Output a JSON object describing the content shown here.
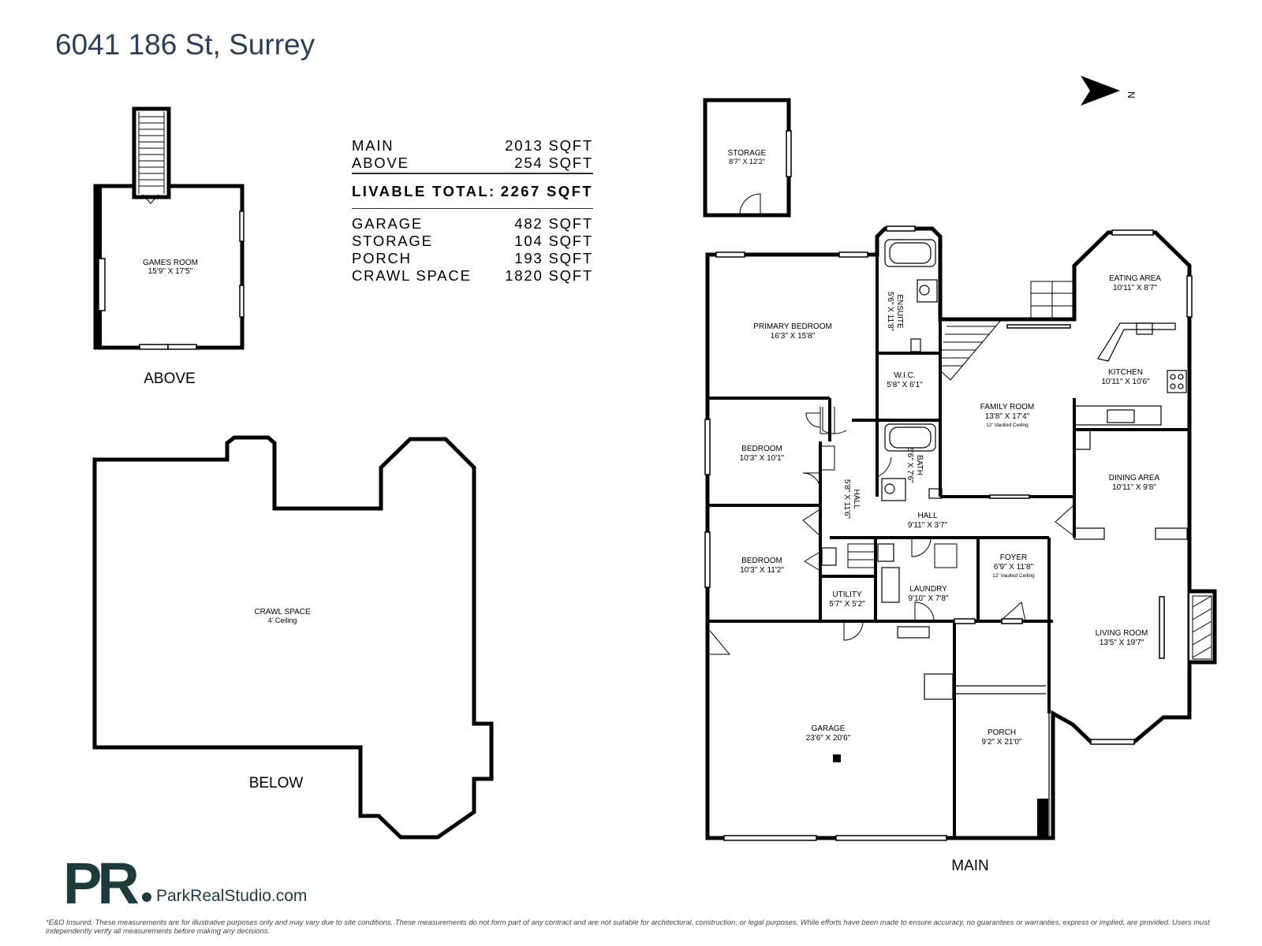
{
  "title": "6041 186 St, Surrey",
  "levels": {
    "above": "ABOVE",
    "below": "BELOW",
    "main": "MAIN"
  },
  "area_table": {
    "rows_top": [
      {
        "label": "MAIN",
        "value": "2013 SQFT"
      },
      {
        "label": "ABOVE",
        "value": "254 SQFT"
      }
    ],
    "total": {
      "label": "LIVABLE TOTAL:",
      "value": "2267 SQFT"
    },
    "rows_bottom": [
      {
        "label": "GARAGE",
        "value": "482 SQFT"
      },
      {
        "label": "STORAGE",
        "value": "104 SQFT"
      },
      {
        "label": "PORCH",
        "value": "193 SQFT"
      },
      {
        "label": "CRAWL SPACE",
        "value": "1820 SQFT"
      }
    ]
  },
  "rooms": {
    "games_room": {
      "name": "GAMES ROOM",
      "dim": "15'9\" X 17'5\""
    },
    "crawl_space": {
      "name": "CRAWL SPACE",
      "dim": "4' Ceiling"
    },
    "storage": {
      "name": "STORAGE",
      "dim": "8'7\" X 12'2\""
    },
    "primary_bedroom": {
      "name": "PRIMARY BEDROOM",
      "dim": "16'3\" X 15'8\""
    },
    "ensuite": {
      "name": "ENSUITE",
      "dim": "5'6\" X 11'8\""
    },
    "wic": {
      "name": "W.I.C.",
      "dim": "5'8\" X 6'1\""
    },
    "bedroom_1": {
      "name": "BEDROOM",
      "dim": "10'3\" X 10'1\""
    },
    "bath": {
      "name": "BATH",
      "dim": "5'6\" X 7'6\""
    },
    "hall_vertical": {
      "name": "HALL",
      "dim": "5'8\" X 11'6\""
    },
    "bedroom_2": {
      "name": "BEDROOM",
      "dim": "10'3\" X 11'2\""
    },
    "utility": {
      "name": "UTILITY",
      "dim": "5'7\" X 5'2\""
    },
    "laundry": {
      "name": "LAUNDRY",
      "dim": "9'10\" X 7'8\""
    },
    "hall": {
      "name": "HALL",
      "dim": "9'11\" X 3'7\""
    },
    "foyer": {
      "name": "FOYER",
      "dim": "6'9\" X 11'8\"",
      "note": "12' Vaulted Ceiling"
    },
    "family_room": {
      "name": "FAMILY ROOM",
      "dim": "13'8\" X 17'4\"",
      "note": "12' Vaulted Ceiling"
    },
    "eating_area": {
      "name": "EATING AREA",
      "dim": "10'11\" X 8'7\""
    },
    "kitchen": {
      "name": "KITCHEN",
      "dim": "10'11\" X 10'6\""
    },
    "dining_area": {
      "name": "DINING AREA",
      "dim": "10'11\" X 9'8\""
    },
    "living_room": {
      "name": "LIVING ROOM",
      "dim": "13'5\" X 19'7\""
    },
    "garage": {
      "name": "GARAGE",
      "dim": "23'6\" X 20'6\""
    },
    "porch": {
      "name": "PORCH",
      "dim": "9'2\" X 21'0\""
    }
  },
  "compass": {
    "label": "N"
  },
  "logo": {
    "mark": "PR",
    "site": "ParkRealStudio.com"
  },
  "disclaimer": "*E&O Insured. These measurements are for illustrative purposes only and may vary due to site conditions. These measurements do not form part of any contract and are not suitable for architectural, construction, or legal purposes. While efforts have been made to ensure accuracy, no guarantees or warranties, express or implied, are provided. Users must independently verify all measurements before making any decisions.",
  "colors": {
    "wall": "#000000",
    "title": "#2d3f55",
    "brand": "#1e3a3a"
  }
}
